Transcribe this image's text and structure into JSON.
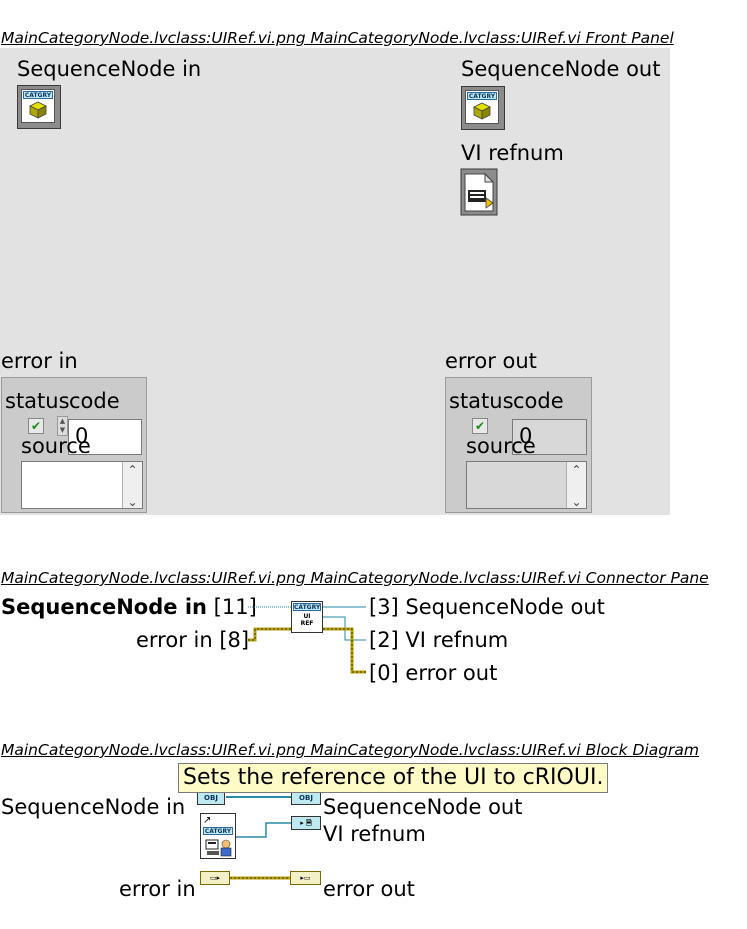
{
  "front_panel": {
    "caption": "MainCategoryNode.lvclass:UIRef.vi.png  MainCategoryNode.lvclass:UIRef.vi Front Panel",
    "seq_in_label": "SequenceNode in",
    "seq_out_label": "SequenceNode out",
    "vi_refnum_label": "VI refnum",
    "class_tag": "CATGRY",
    "error_in": {
      "label": "error in",
      "status_label": "status",
      "code_label": "code",
      "code_value": "0",
      "source_label": "source",
      "check": "✔"
    },
    "error_out": {
      "label": "error out",
      "status_label": "status",
      "code_label": "code",
      "code_value": "0",
      "source_label": "source",
      "check": "✔"
    }
  },
  "connector_pane": {
    "caption": "MainCategoryNode.lvclass:UIRef.vi.png  MainCategoryNode.lvclass:UIRef.vi Connector Pane",
    "seq_in_label": "SequenceNode in",
    "seq_in_index": "[11]",
    "error_in_label": "error in [8]",
    "seq_out_label": "[3] SequenceNode out",
    "vi_refnum_label": "[2] VI refnum",
    "error_out_label": "[0] error out",
    "icon_tag": "CATGRY",
    "icon_line1": "UI",
    "icon_line2": "REF"
  },
  "block_diagram": {
    "caption": "MainCategoryNode.lvclass:UIRef.vi.png  MainCategoryNode.lvclass:UIRef.vi Block Diagram",
    "comment": "Sets the reference of the UI to cRIOUI.",
    "seq_in_label": "SequenceNode in",
    "seq_out_label": "SequenceNode out",
    "vi_refnum_label": "VI refnum",
    "error_in_label": "error in",
    "error_out_label": "error out",
    "obj_tag": "OBJ",
    "class_tag": "CATGRY"
  },
  "colors": {
    "panel_bg": "#e2e2e2",
    "class_wire": "#2a8aa8",
    "error_wire": "#b8a000",
    "comment_bg": "#fffbc6"
  }
}
